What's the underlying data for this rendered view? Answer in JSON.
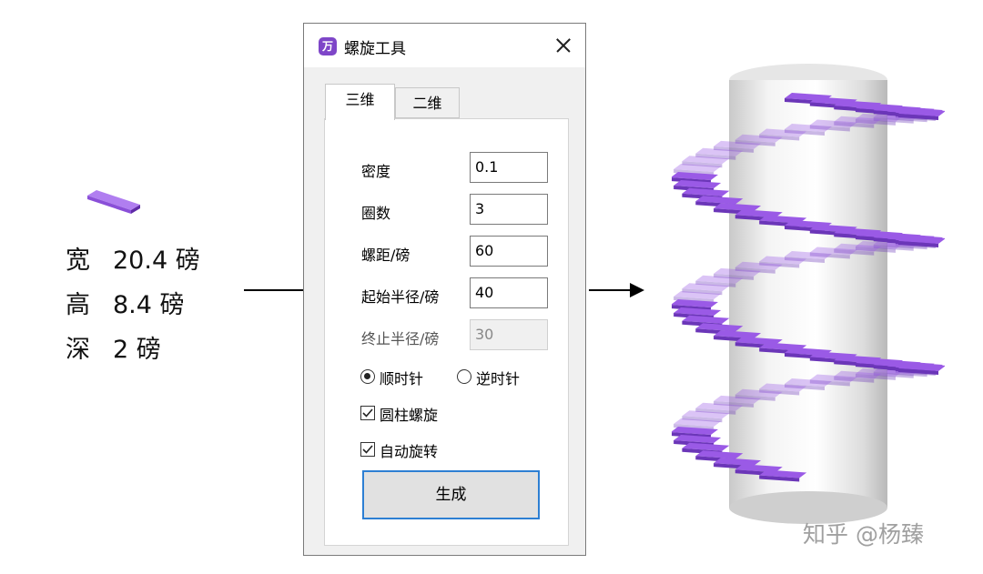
{
  "dimensions": [
    {
      "label": "宽",
      "value": "20.4 磅"
    },
    {
      "label": "高",
      "value": "8.4 磅"
    },
    {
      "label": "深",
      "value": "2 磅"
    }
  ],
  "dialog": {
    "icon_char": "万",
    "title": "螺旋工具",
    "tabs": [
      {
        "label": "三维",
        "selected": true
      },
      {
        "label": "二维",
        "selected": false
      }
    ],
    "fields": [
      {
        "label": "密度",
        "value": "0.1",
        "enabled": true
      },
      {
        "label": "圈数",
        "value": "3",
        "enabled": true
      },
      {
        "label": "螺距/磅",
        "value": "60",
        "enabled": true
      },
      {
        "label": "起始半径/磅",
        "value": "40",
        "enabled": true
      },
      {
        "label": "终止半径/磅",
        "value": "30",
        "enabled": false
      }
    ],
    "direction": {
      "clockwise": "顺时针",
      "counterclockwise": "逆时针",
      "selected": "clockwise"
    },
    "checkboxes": [
      {
        "label": "圆柱螺旋",
        "checked": true
      },
      {
        "label": "自动旋转",
        "checked": true
      }
    ],
    "generate_label": "生成"
  },
  "colors": {
    "step": "#9a5ae6",
    "step_dark": "#6b36b8",
    "accent": "#2d7fd3"
  },
  "watermark": "知乎 @杨臻"
}
